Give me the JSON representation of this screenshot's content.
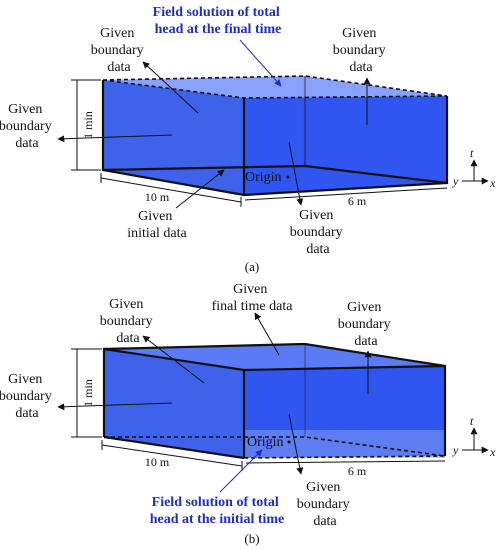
{
  "colors": {
    "face_front": "#3f62ea",
    "face_side": "#2f56f0",
    "face_top": "#8aa2ff",
    "face_top_solid": "#5b7af5",
    "bottom_shade": "#bcc8ee",
    "highlight_blue": "#1f2fc2"
  },
  "panel_a": {
    "label_top_blue": [
      "Field solution of total",
      "head at the final time"
    ],
    "label_top_left": [
      "Given",
      "boundary",
      "data"
    ],
    "label_right": [
      "Given",
      "boundary",
      "data"
    ],
    "label_left": [
      "Given",
      "boundary",
      "data"
    ],
    "label_origin": "Origin",
    "label_bottom_left": [
      "Given",
      "initial data"
    ],
    "label_bottom_right": [
      "Given",
      "boundary",
      "data"
    ],
    "dim_length": "10 m",
    "dim_width": "6 m",
    "dim_height": "1 min",
    "axis_t": "t",
    "axis_y": "y",
    "axis_x": "x",
    "caption": "(a)"
  },
  "panel_b": {
    "label_top_left": [
      "Given",
      "boundary",
      "data"
    ],
    "label_top_center": [
      "Given",
      "final time data"
    ],
    "label_right": [
      "Given",
      "boundary",
      "data"
    ],
    "label_left": [
      "Given",
      "boundary",
      "data"
    ],
    "label_origin": "Origin",
    "label_bottom_blue": [
      "Field solution of total",
      "head at the initial time"
    ],
    "label_bottom_right": [
      "Given",
      "boundary",
      "data"
    ],
    "dim_length": "10 m",
    "dim_width": "6 m",
    "dim_height": "1 min",
    "axis_t": "t",
    "axis_y": "y",
    "axis_x": "x",
    "caption": "(b)"
  }
}
